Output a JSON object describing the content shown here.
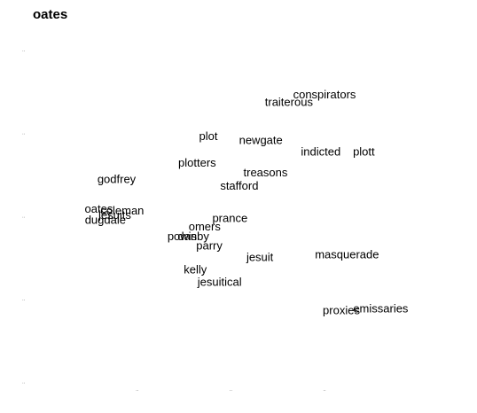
{
  "chart_data": {
    "type": "scatter",
    "title": "oates",
    "xlabel": "",
    "ylabel": "",
    "grid": false,
    "legend": "none",
    "xlim": [
      -1.2,
      3.6
    ],
    "ylim": [
      -2.1,
      2.3
    ],
    "x_ticks": [
      0,
      1,
      2
    ],
    "x_tick_labels": [
      "..",
      "..",
      ".."
    ],
    "y_ticks": [
      2,
      1,
      0,
      -1,
      -2
    ],
    "y_tick_labels": [
      "..",
      "..",
      "..",
      "..",
      ".."
    ],
    "points": [
      {
        "label": "conspirators",
        "x": 2.0,
        "y": 1.45
      },
      {
        "label": "traiterous",
        "x": 1.62,
        "y": 1.36
      },
      {
        "label": "plot",
        "x": 0.76,
        "y": 0.95
      },
      {
        "label": "newgate",
        "x": 1.32,
        "y": 0.9
      },
      {
        "label": "indicted",
        "x": 1.96,
        "y": 0.76
      },
      {
        "label": "plott",
        "x": 2.42,
        "y": 0.76
      },
      {
        "label": "plotters",
        "x": 0.64,
        "y": 0.63
      },
      {
        "label": "treasons",
        "x": 1.37,
        "y": 0.51
      },
      {
        "label": "godfrey",
        "x": -0.22,
        "y": 0.43
      },
      {
        "label": "stafford",
        "x": 1.09,
        "y": 0.35
      },
      {
        "label": "oates",
        "x": -0.41,
        "y": 0.07
      },
      {
        "label": "coleman",
        "x": -0.16,
        "y": 0.05
      },
      {
        "label": "jesuits",
        "x": -0.24,
        "y": 0.0
      },
      {
        "label": "dugdale",
        "x": -0.34,
        "y": -0.06
      },
      {
        "label": "prance",
        "x": 0.99,
        "y": -0.04
      },
      {
        "label": "omers",
        "x": 0.72,
        "y": -0.14
      },
      {
        "label": "powis",
        "x": 0.48,
        "y": -0.26
      },
      {
        "label": "danby",
        "x": 0.6,
        "y": -0.26
      },
      {
        "label": "parry",
        "x": 0.77,
        "y": -0.37
      },
      {
        "label": "jesuit",
        "x": 1.31,
        "y": -0.51
      },
      {
        "label": "masquerade",
        "x": 2.24,
        "y": -0.48
      },
      {
        "label": "kelly",
        "x": 0.62,
        "y": -0.66
      },
      {
        "label": "jesuitical",
        "x": 0.88,
        "y": -0.81
      },
      {
        "label": "proxies",
        "x": 2.18,
        "y": -1.15
      },
      {
        "label": "emissaries",
        "x": 2.6,
        "y": -1.13
      }
    ]
  }
}
